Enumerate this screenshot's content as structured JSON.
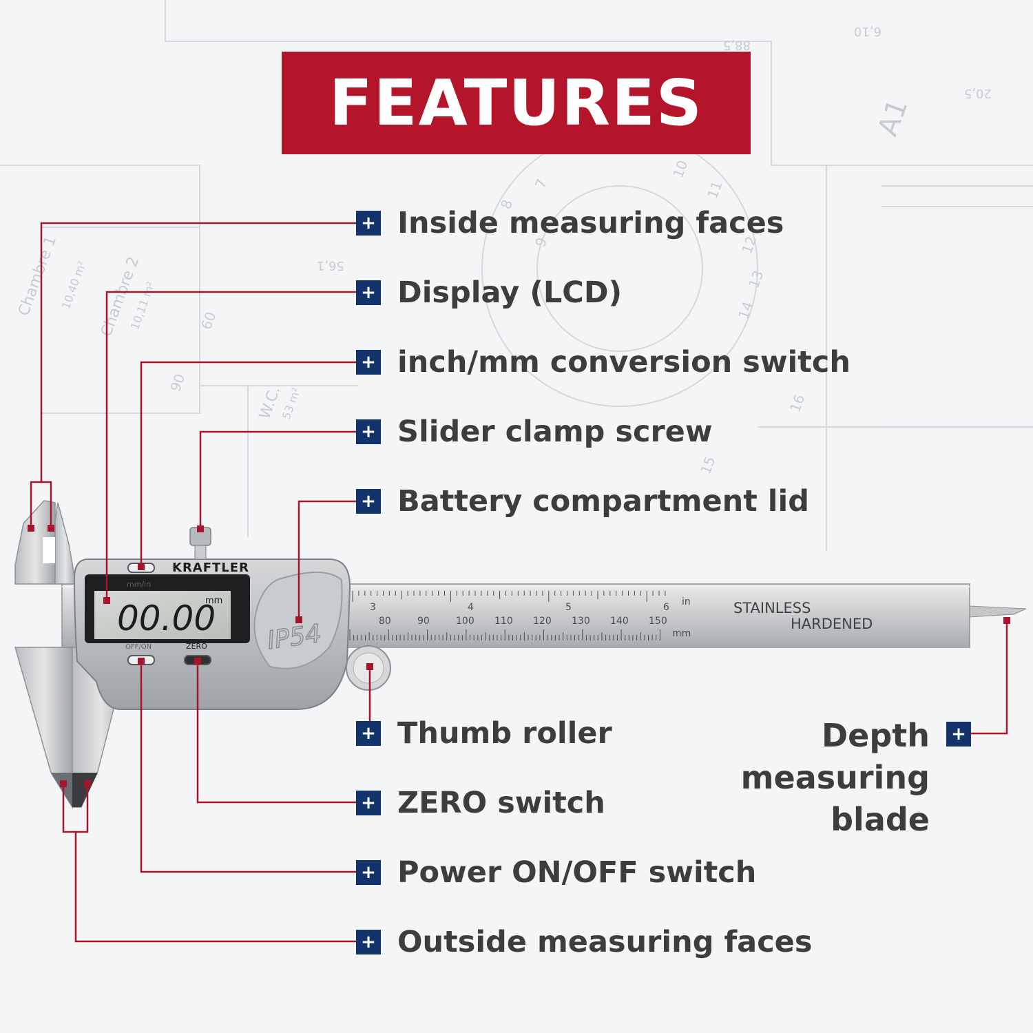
{
  "header": {
    "title": "FEATURES"
  },
  "features_left": [
    {
      "label": "Inside measuring faces"
    },
    {
      "label": "Display (LCD)"
    },
    {
      "label": "inch/mm conversion switch"
    },
    {
      "label": "Slider clamp screw"
    },
    {
      "label": "Battery compartment lid"
    },
    {
      "label": "Thumb roller"
    },
    {
      "label": "ZERO switch"
    },
    {
      "label": "Power ON/OFF switch"
    },
    {
      "label": "Outside measuring faces"
    }
  ],
  "feature_right": {
    "label": "Depth measuring blade"
  },
  "bullet_glyph": "+",
  "caliper": {
    "brand": "KRAFTLER",
    "display_value": "00.00",
    "display_unit": "mm",
    "label_mm_in": "mm/in",
    "label_off_on": "OFF/ON",
    "label_zero": "ZERO",
    "rating": "IP54",
    "scale_unit_in": "in",
    "scale_unit_mm": "mm",
    "inch_major": [
      "3",
      "4",
      "5",
      "6"
    ],
    "mm_major": [
      "80",
      "90",
      "100",
      "110",
      "120",
      "130",
      "140",
      "150"
    ],
    "blade_text_1": "STAINLESS",
    "blade_text_2": "HARDENED"
  },
  "blueprint": {
    "room_1": "Chambre 1",
    "room_1_area": "10,40 m²",
    "room_2": "Chambre 2",
    "room_2_area": "10,11 m²",
    "wc": "W.C.",
    "wc_area": "53 m²",
    "sheet": "A1",
    "dim_1": "88,5",
    "dim_2": "56,1",
    "dim_3": "6,10",
    "dim_4": "20,5",
    "grid_numbers": [
      "7",
      "8",
      "9",
      "10",
      "11",
      "12",
      "13",
      "14",
      "15",
      "16",
      "60",
      "90"
    ]
  },
  "colors": {
    "accent_red": "#b5152b",
    "leader_red": "#a8142b",
    "bullet_navy": "#13336b",
    "text_dark": "#3d3d3d",
    "background": "#f4f5f6"
  }
}
